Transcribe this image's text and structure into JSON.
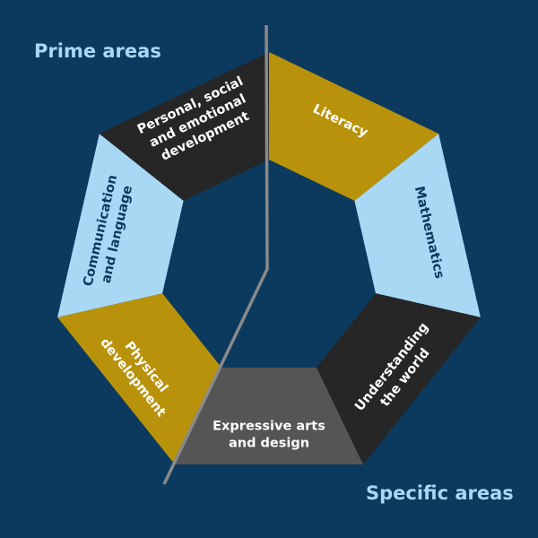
{
  "colors": {
    "background": "#0b3a5e",
    "gold": "#b8920a",
    "light_blue": "#a9d8f5",
    "dark": "#262626",
    "grey": "#555555",
    "divider": "#8a8a8a"
  },
  "headings": {
    "prime": "Prime areas",
    "specific": "Specific areas"
  },
  "segments": [
    {
      "lines": [
        "Literacy"
      ],
      "fill": "#b8920a",
      "text": "#ffffff",
      "group": "specific"
    },
    {
      "lines": [
        "Mathematics"
      ],
      "fill": "#a9d8f5",
      "text": "#0b3a5e",
      "group": "specific"
    },
    {
      "lines": [
        "Understanding",
        "the world"
      ],
      "fill": "#262626",
      "text": "#ffffff",
      "group": "specific"
    },
    {
      "lines": [
        "Expressive arts",
        "and design"
      ],
      "fill": "#555555",
      "text": "#ffffff",
      "group": "specific"
    },
    {
      "lines": [
        "Physical",
        "development"
      ],
      "fill": "#b8920a",
      "text": "#ffffff",
      "group": "prime"
    },
    {
      "lines": [
        "Communication",
        "and language"
      ],
      "fill": "#a9d8f5",
      "text": "#0b3a5e",
      "group": "prime"
    },
    {
      "lines": [
        "Personal, social",
        "and emotional",
        "development"
      ],
      "fill": "#262626",
      "text": "#ffffff",
      "group": "prime"
    }
  ]
}
